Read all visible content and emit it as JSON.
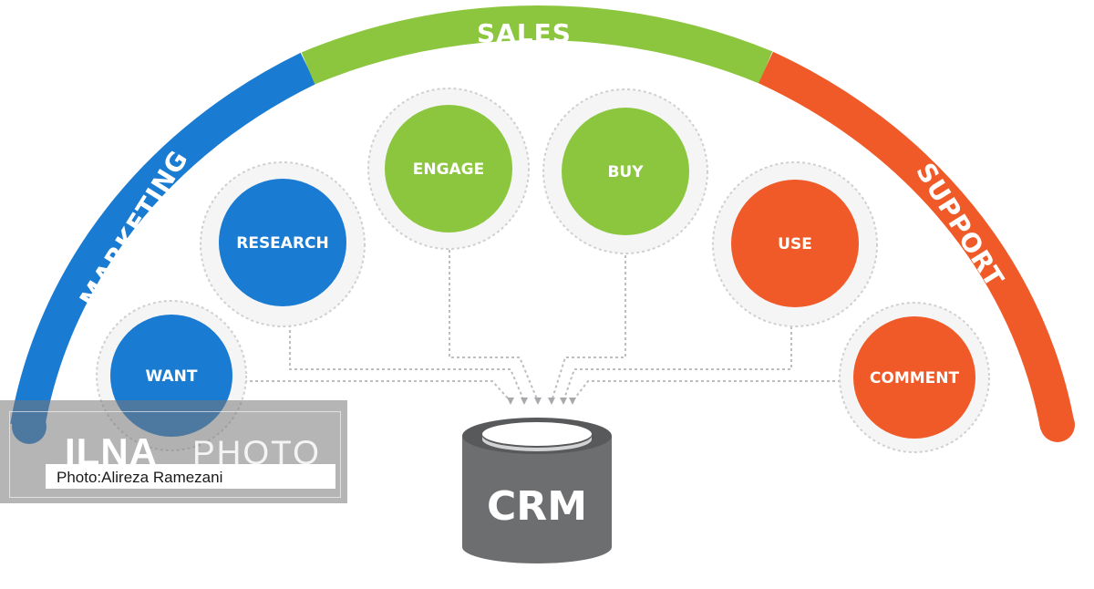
{
  "colors": {
    "marketing": "#1a7bd2",
    "sales": "#8cc63f",
    "support": "#f05a28",
    "crm": "#6d6e70",
    "halo": "#f1f1f2",
    "connector": "#bcbec0"
  },
  "arc": {
    "segments": [
      {
        "label": "MARKETING",
        "color_key": "marketing"
      },
      {
        "label": "SALES",
        "color_key": "sales"
      },
      {
        "label": "SUPPORT",
        "color_key": "support"
      }
    ]
  },
  "nodes": [
    {
      "label": "WANT",
      "color_key": "marketing"
    },
    {
      "label": "RESEARCH",
      "color_key": "marketing"
    },
    {
      "label": "ENGAGE",
      "color_key": "sales"
    },
    {
      "label": "BUY",
      "color_key": "sales"
    },
    {
      "label": "USE",
      "color_key": "support"
    },
    {
      "label": "COMMENT",
      "color_key": "support"
    }
  ],
  "crm": {
    "label": "CRM"
  },
  "watermark": {
    "brand": "ILNA",
    "photo": "PHOTO",
    "credit": "Photo:Alireza Ramezani"
  }
}
